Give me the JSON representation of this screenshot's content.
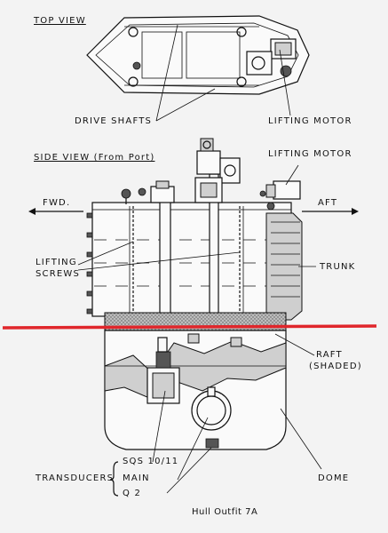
{
  "labels": {
    "top_view": "TOP VIEW",
    "drive_shafts": "DRIVE SHAFTS",
    "lifting_motor_top": "LIFTING MOTOR",
    "side_view": "SIDE VIEW (From Port)",
    "lifting_motor_side": "LIFTING MOTOR",
    "fwd": "FWD.",
    "aft": "AFT",
    "lifting_screws_1": "LIFTING",
    "lifting_screws_2": "SCREWS",
    "trunk": "TRUNK",
    "raft_1": "RAFT",
    "raft_2": "(SHADED)",
    "transducers": "TRANSDUCERS",
    "sqs": "SQS 10/11",
    "main": "MAIN",
    "q2": "Q 2",
    "dome": "DOME",
    "caption": "Hull Outfit 7A"
  },
  "colors": {
    "marker_line": "#e0262b"
  }
}
